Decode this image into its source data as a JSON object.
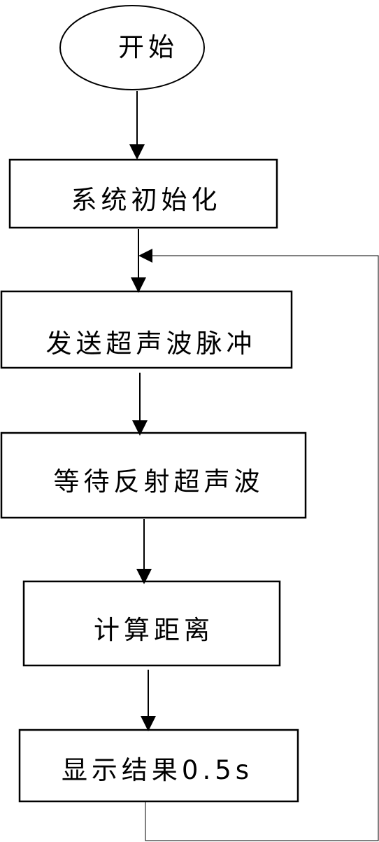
{
  "diagram": {
    "colors": {
      "stroke": "#000000",
      "background": "#ffffff",
      "text": "#000000"
    },
    "nodes": {
      "start": "开始",
      "init": "系统初始化",
      "send": "发送超声波脉冲",
      "wait": "等待反射超声波",
      "calc": "计算距离",
      "display": "显示结果0.5s"
    }
  }
}
